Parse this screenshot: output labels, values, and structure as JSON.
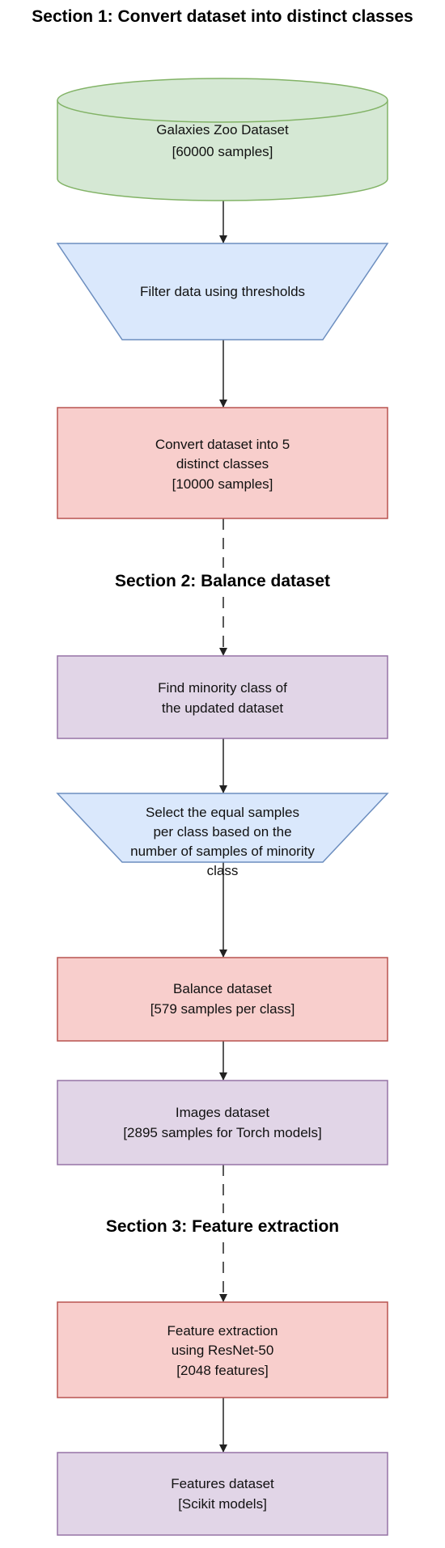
{
  "sections": {
    "s1": "Section 1: Convert dataset into distinct classes",
    "s2": "Section 2: Balance dataset",
    "s3": "Section 3: Feature extraction"
  },
  "nodes": {
    "galaxy_zoo": [
      "Galaxies Zoo Dataset",
      "[60000 samples]"
    ],
    "filter": [
      "Filter data using thresholds"
    ],
    "convert": [
      "Convert dataset into 5",
      "distinct classes",
      "[10000 samples]"
    ],
    "minority": [
      "Find minority class of",
      "the updated dataset"
    ],
    "select": [
      "Select the equal samples",
      "per class based on the",
      "number of samples of minority",
      "class"
    ],
    "balance": [
      "Balance dataset",
      "[579 samples per class]"
    ],
    "images": [
      "Images dataset",
      "[2895 samples for Torch models]"
    ],
    "feature_extraction": [
      "Feature extraction",
      "using ResNet-50",
      "[2048 features]"
    ],
    "features_dataset": [
      "Features dataset",
      "[Scikit models]"
    ]
  },
  "colors": {
    "green_fill": "#d5e8d4",
    "green_stroke": "#82b366",
    "blue_fill": "#dae8fc",
    "blue_stroke": "#6c8ebf",
    "red_fill": "#f8cecc",
    "red_stroke": "#b85450",
    "purple_fill": "#e1d5e7",
    "purple_stroke": "#9673a6",
    "arrow": "#222222"
  }
}
